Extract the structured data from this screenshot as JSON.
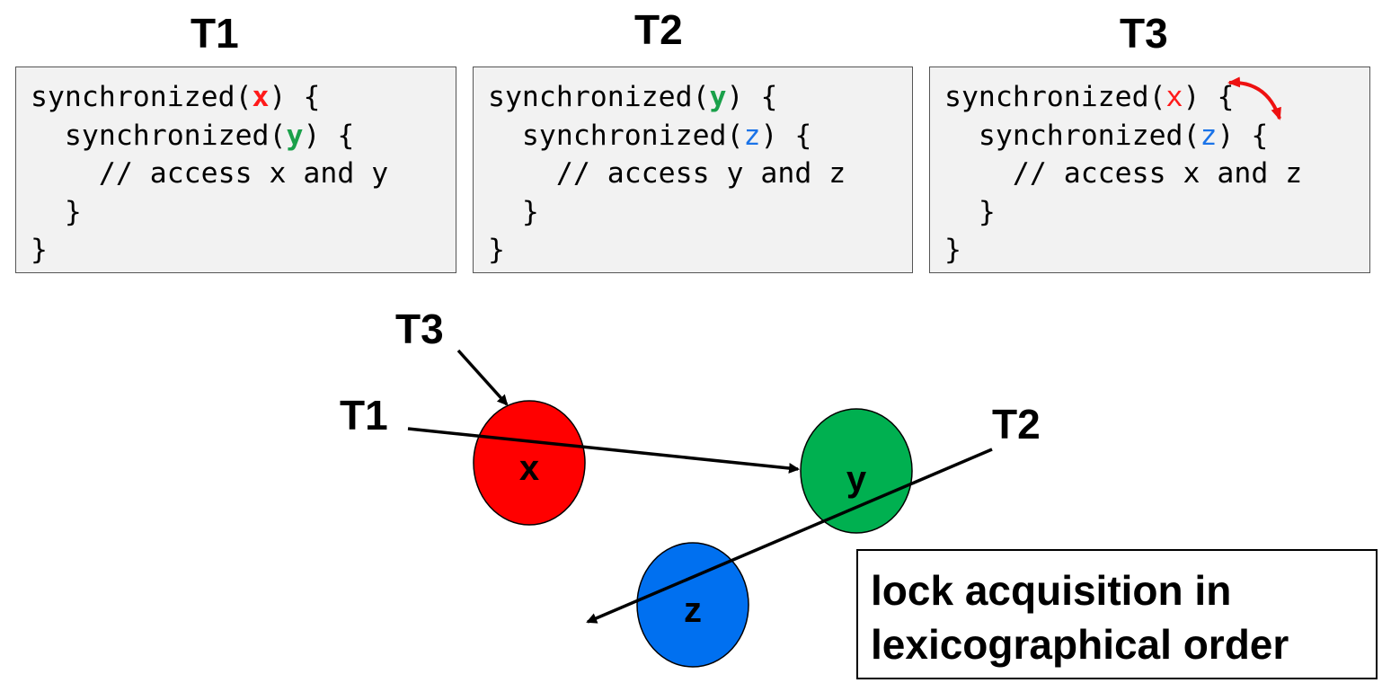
{
  "threads": [
    {
      "title": "T1",
      "outer_pre": "synchronized(",
      "outer_var": "x",
      "outer_post": ") {",
      "inner_pre": "  synchronized(",
      "inner_var": "y",
      "inner_post": ") {",
      "comment": "    // access x and y",
      "close_inner": "  }",
      "close_outer": "}"
    },
    {
      "title": "T2",
      "outer_pre": "synchronized(",
      "outer_var": "y",
      "outer_post": ") {",
      "inner_pre": "  synchronized(",
      "inner_var": "z",
      "inner_post": ") {",
      "comment": "    // access y and z",
      "close_inner": "  }",
      "close_outer": "}"
    },
    {
      "title": "T3",
      "outer_pre": "synchronized(",
      "outer_var": "x",
      "outer_post": ") {",
      "inner_pre": "  synchronized(",
      "inner_var": "z",
      "inner_post": ") {",
      "comment": "    // access x and z",
      "close_inner": "  }",
      "close_outer": "}"
    }
  ],
  "diagram": {
    "nodes": [
      {
        "label": "x",
        "color": "#ff0000"
      },
      {
        "label": "y",
        "color": "#00b050"
      },
      {
        "label": "z",
        "color": "#0070f0"
      }
    ],
    "arrow_labels": {
      "t1": "T1",
      "t2": "T2",
      "t3": "T3"
    }
  },
  "note": {
    "line1": "lock acquisition in",
    "line2": "lexicographical order"
  },
  "colors": {
    "x": "#ff1a1a",
    "y": "#1aa04a",
    "z": "#1a73e8",
    "swap_arrow": "#ee1111"
  }
}
